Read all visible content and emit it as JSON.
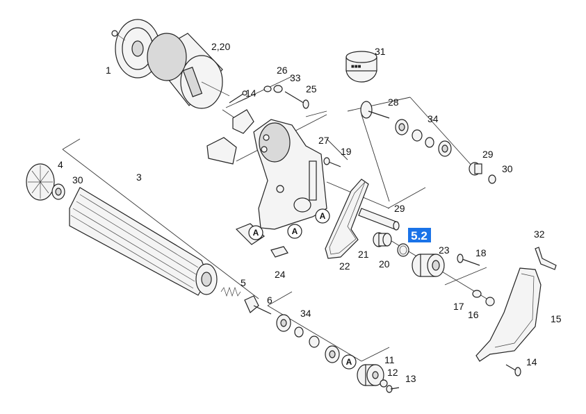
{
  "labels": {
    "p1": "1",
    "p2_20": "2,20",
    "p3": "3",
    "p4": "4",
    "p5": "5",
    "p6": "6",
    "p11": "11",
    "p12": "12",
    "p13": "13",
    "p14a": "14",
    "p14b": "14",
    "p15": "15",
    "p16": "16",
    "p17": "17",
    "p18": "18",
    "p19": "19",
    "p20": "20",
    "p21": "21",
    "p22": "22",
    "p23": "23",
    "p24": "24",
    "p25": "25",
    "p26": "26",
    "p27": "27",
    "p28": "28",
    "p29a": "29",
    "p29b": "29",
    "p30a": "30",
    "p30b": "30",
    "p31": "31",
    "p32": "32",
    "p33": "33",
    "p34a": "34",
    "p34b": "34"
  },
  "markers": {
    "a1": "A",
    "a2": "A",
    "a3": "A",
    "a4": "A"
  },
  "highlight": {
    "label": "5.2",
    "color": "#1a73e8"
  },
  "colors": {
    "line": "#222222",
    "background": "#ffffff"
  }
}
